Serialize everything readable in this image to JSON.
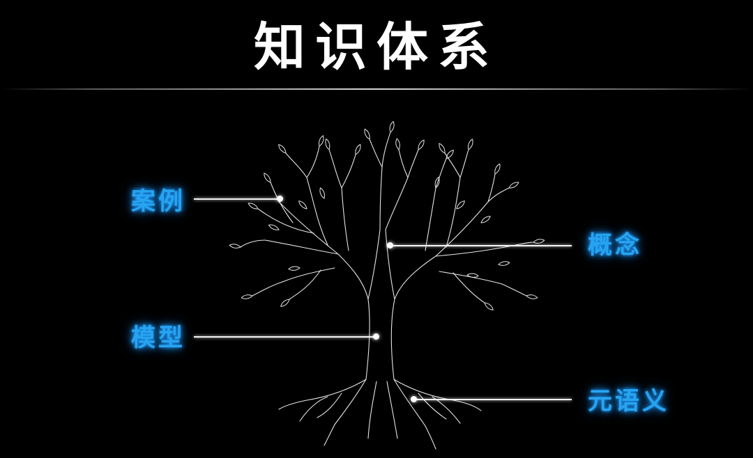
{
  "title": "知识体系",
  "labels": {
    "cases": "案例",
    "concepts": "概念",
    "models": "模型",
    "meta_semantics": "元语义"
  },
  "colors": {
    "background": "#000000",
    "title": "#ffffff",
    "label": "#27a4f0",
    "tree_line": "#e6e6e6"
  }
}
